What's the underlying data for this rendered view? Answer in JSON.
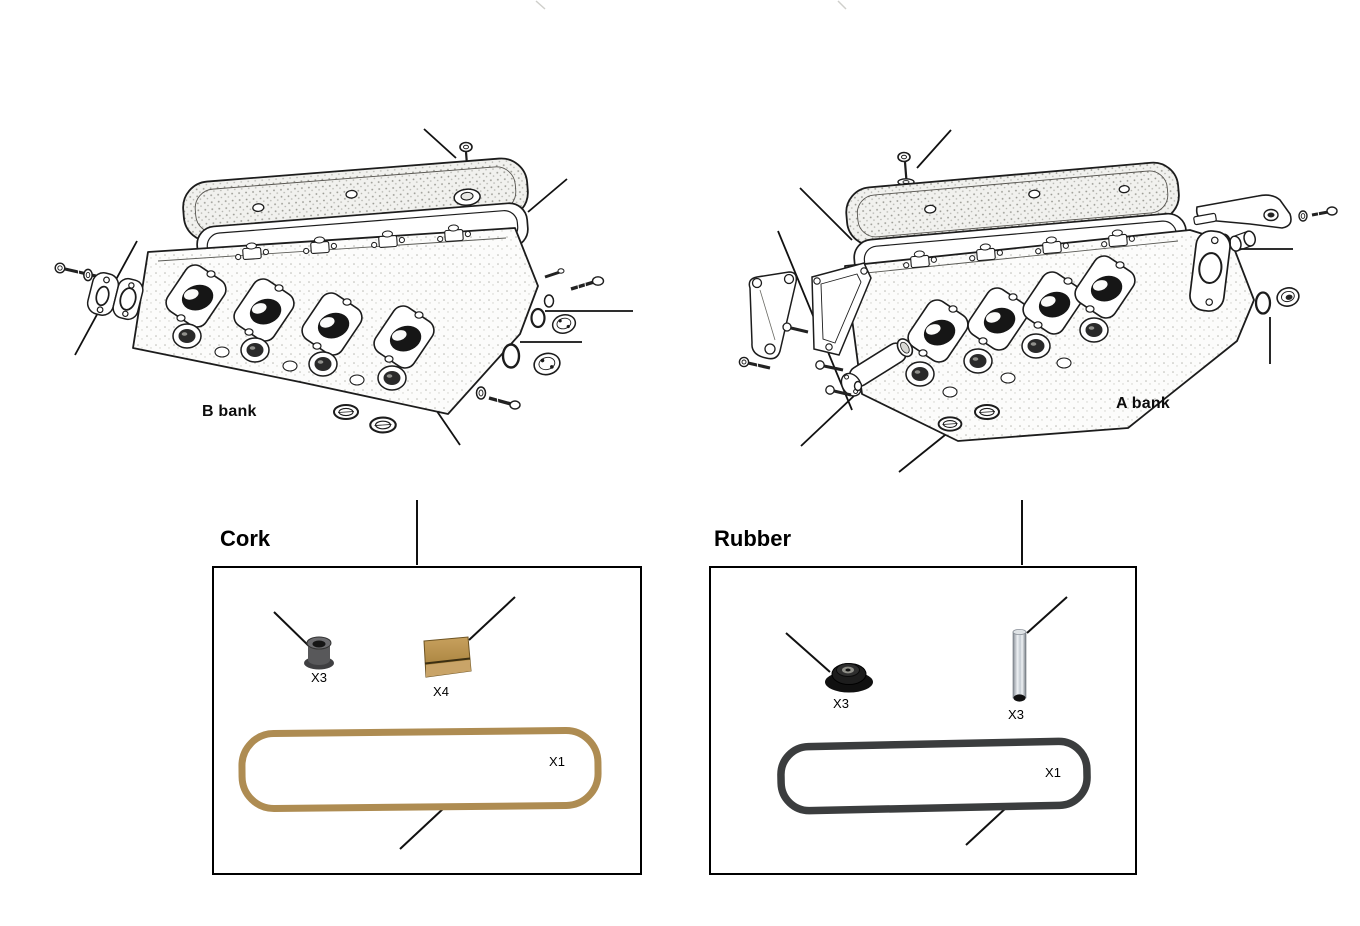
{
  "page": {
    "background": "#ffffff"
  },
  "banks": {
    "b": {
      "label": "B bank"
    },
    "a": {
      "label": "A bank"
    }
  },
  "panels": {
    "cork": {
      "title": "Cork",
      "grommet_qty": "X3",
      "block_qty": "X4",
      "gasket_qty": "X1"
    },
    "rubber": {
      "title": "Rubber",
      "grommet_qty": "X3",
      "sleeve_qty": "X3",
      "gasket_qty": "X1"
    }
  },
  "colors": {
    "line_art": "#1c1c1c",
    "cork": "#ae8c52",
    "cork_block": "#b9924f",
    "rubber": "#3b3d3e",
    "rubber_grommet": "#141414",
    "metal_sleeve": "#c9d0d6"
  }
}
